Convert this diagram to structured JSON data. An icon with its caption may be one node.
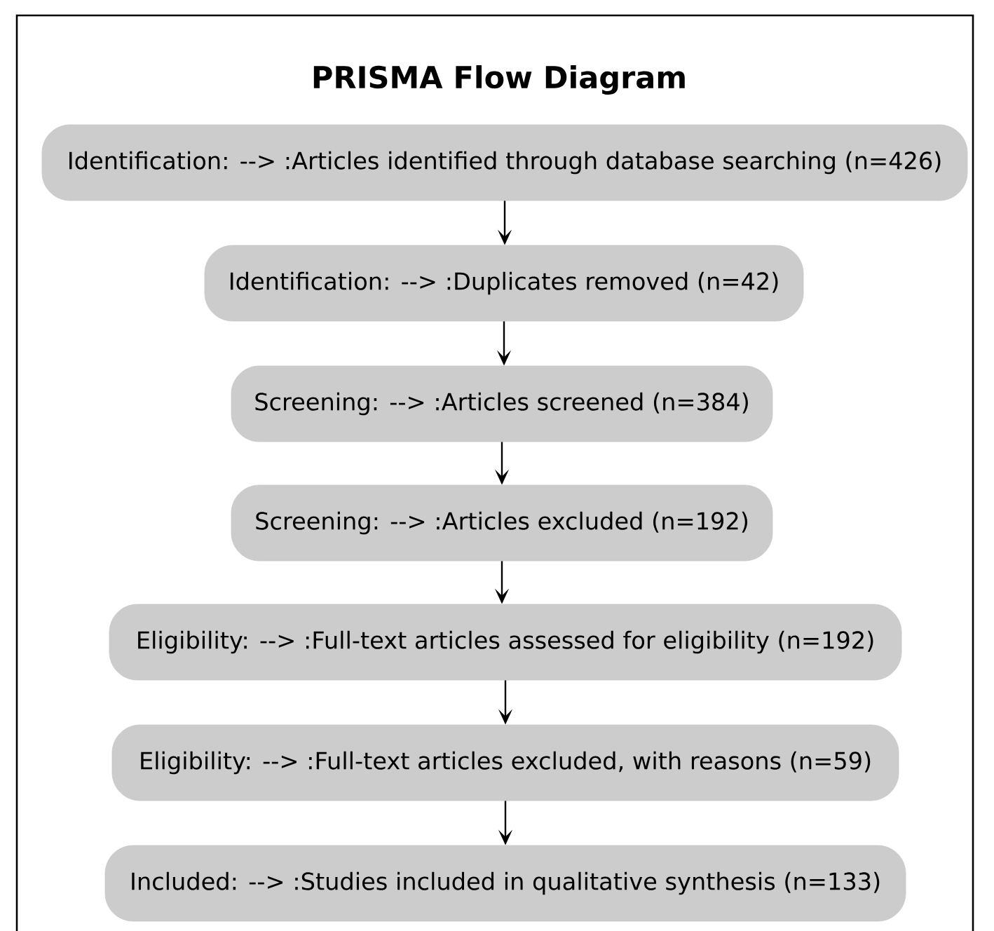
{
  "diagram": {
    "title": "PRISMA Flow Diagram",
    "nodes": [
      {
        "text": [
          "Identification: --> :Articles identified through database searching (n=426)"
        ]
      },
      {
        "text": [
          "Identification: --> :Duplicates removed (n=42)"
        ]
      },
      {
        "text": [
          "Screening: --> :Articles screened (n=384)"
        ]
      },
      {
        "text": [
          "Screening: --> :Articles excluded (n=192)"
        ]
      },
      {
        "text": [
          "Eligibility: --> :Full-text articles assessed for eligibility (n=192)"
        ]
      },
      {
        "text": [
          "Eligibility: --> :Full-text articles excluded, with reasons (n=59)"
        ]
      },
      {
        "text": [
          "Included: --> :Studies included in qualitative synthesis (n=133)"
        ]
      }
    ],
    "edges": [
      {
        "from": 0,
        "to": 1,
        "arrow": "to"
      },
      {
        "from": 1,
        "to": 2,
        "arrow": "to"
      },
      {
        "from": 2,
        "to": 3,
        "arrow": "to"
      },
      {
        "from": 3,
        "to": 4,
        "arrow": "to"
      },
      {
        "from": 4,
        "to": 5,
        "arrow": "to"
      },
      {
        "from": 5,
        "to": 6,
        "arrow": "to"
      }
    ]
  }
}
